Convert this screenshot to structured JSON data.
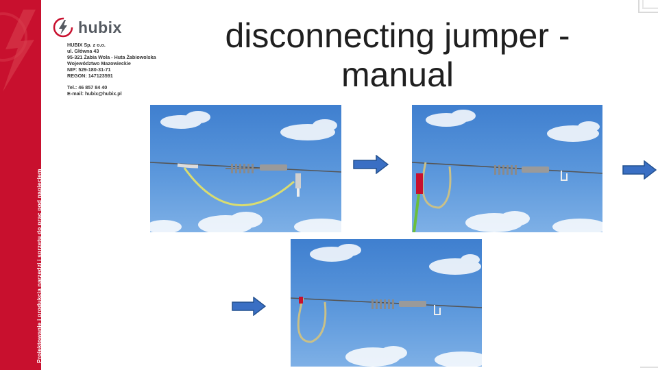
{
  "sidebar": {
    "vertical_text": "Projektowanie i produkcja narzędzi i sprzętu do prac pod napięciem",
    "color": "#c8102e"
  },
  "logo": {
    "brand": "hubix",
    "icon": "lightning-bolt-icon"
  },
  "company": {
    "lines": [
      "HUBIX Sp. z o.o.",
      "ul. Główna 43",
      "95-321 Żabia Wola - Huta Żabiowolska",
      "Województwo Mazowieckie",
      "NIP: 529-180-31-71",
      "REGON: 147123591"
    ],
    "contact": [
      "Tel.: 46 857 84 40",
      "E-mail: hubix@hubix.pl"
    ]
  },
  "title": {
    "line1": "disconnecting jumper -",
    "line2": "manual"
  },
  "photos": [
    {
      "name": "step-1-photo",
      "description_icon": "jumper-connected"
    },
    {
      "name": "step-2-photo",
      "description_icon": "jumper-disconnecting"
    },
    {
      "name": "step-3-photo",
      "description_icon": "jumper-disconnected"
    }
  ],
  "arrows": {
    "color": "#3a6fc4",
    "icon": "right-arrow-icon"
  }
}
